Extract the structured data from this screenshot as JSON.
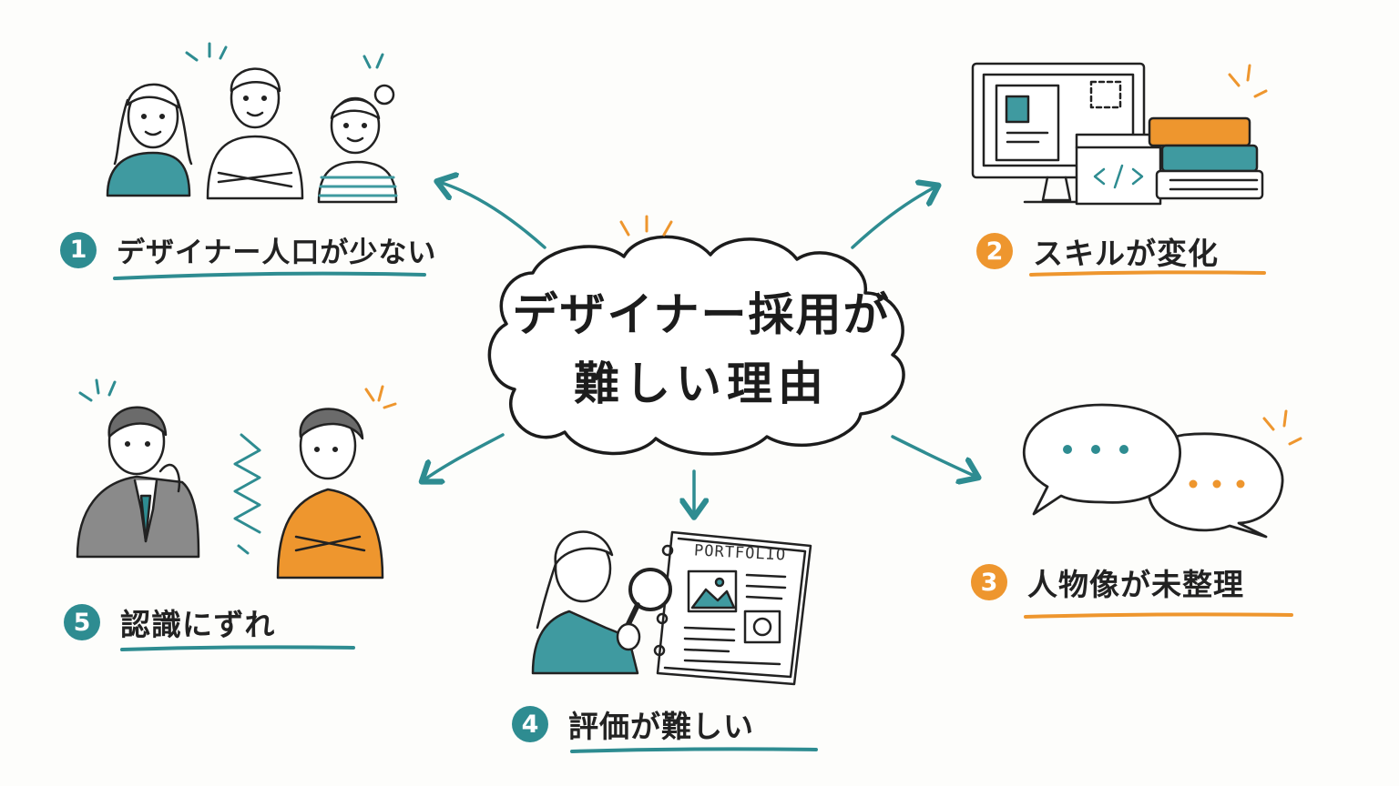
{
  "title": {
    "line1": "デザイナー採用が",
    "line2": "難しい理由"
  },
  "items": [
    {
      "number": "1",
      "label": "デザイナー人口が少ない",
      "color": "#2e8c91"
    },
    {
      "number": "2",
      "label": "スキルが変化",
      "color": "#ee962e"
    },
    {
      "number": "3",
      "label": "人物像が未整理",
      "color": "#ee962e"
    },
    {
      "number": "4",
      "label": "評価が難しい",
      "color": "#2e8c91"
    },
    {
      "number": "5",
      "label": "認識にずれ",
      "color": "#2e8c91"
    }
  ],
  "portfolio_label": "PORTFOLIO",
  "colors": {
    "teal": "#2e8c91",
    "orange": "#ee962e",
    "ink": "#222222"
  },
  "icons": [
    "designers-group-icon",
    "computer-and-books-icon",
    "speech-bubbles-icon",
    "portfolio-review-icon",
    "misunderstanding-people-icon"
  ]
}
